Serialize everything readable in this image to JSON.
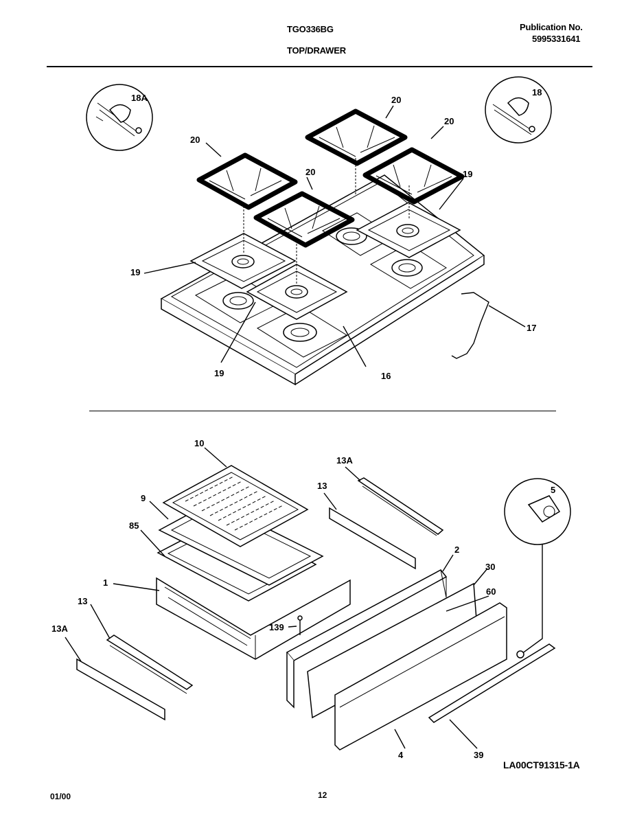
{
  "header": {
    "model": "TGO336BG",
    "section": "TOP/DRAWER",
    "publication_label": "Publication No.",
    "publication_number": "5995331641"
  },
  "callouts": {
    "p18A": "18A",
    "p18": "18",
    "p20a": "20",
    "p20b": "20",
    "p20c": "20",
    "p20d": "20",
    "p19a": "19",
    "p19b": "19",
    "p19c": "19",
    "p17": "17",
    "p16": "16",
    "p10": "10",
    "p9": "9",
    "p85": "85",
    "p1": "1",
    "p13a": "13",
    "p13b": "13",
    "p13Aa": "13A",
    "p13Ab": "13A",
    "p139": "139",
    "p2": "2",
    "p30": "30",
    "p60": "60",
    "p5": "5",
    "p4": "4",
    "p39": "39"
  },
  "drawing_code": "LA00CT91315-1A",
  "footer": {
    "date": "01/00",
    "page": "12"
  }
}
